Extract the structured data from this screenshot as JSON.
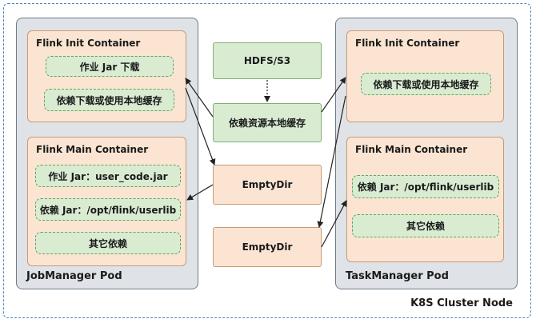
{
  "cluster": {
    "label": "K8S Cluster Node"
  },
  "jobmanager": {
    "label": "JobManager Pod",
    "init": {
      "title": "Flink Init Container",
      "items": [
        "作业 Jar 下载",
        "依赖下载或使用本地缓存"
      ]
    },
    "main": {
      "title": "Flink Main Container",
      "items": [
        "作业 Jar：user_code.jar",
        "依赖 Jar：/opt/flink/userlib",
        "其它依赖"
      ]
    }
  },
  "taskmanager": {
    "label": "TaskManager Pod",
    "init": {
      "title": "Flink Init Container",
      "items": [
        "依赖下载或使用本地缓存"
      ]
    },
    "main": {
      "title": "Flink Main Container",
      "items": [
        "依赖 Jar：/opt/flink/userlib",
        "其它依赖"
      ]
    }
  },
  "middle": {
    "hdfs": "HDFS/S3",
    "cache": "依赖资源本地缓存",
    "emptydir_top": "EmptyDir",
    "emptydir_bottom": "EmptyDir"
  },
  "colors": {
    "pod_bg": "#dfe3e7",
    "container_bg": "#fbe5d2",
    "chip_bg": "#d9ecd2",
    "node_border": "#4a87c0"
  }
}
